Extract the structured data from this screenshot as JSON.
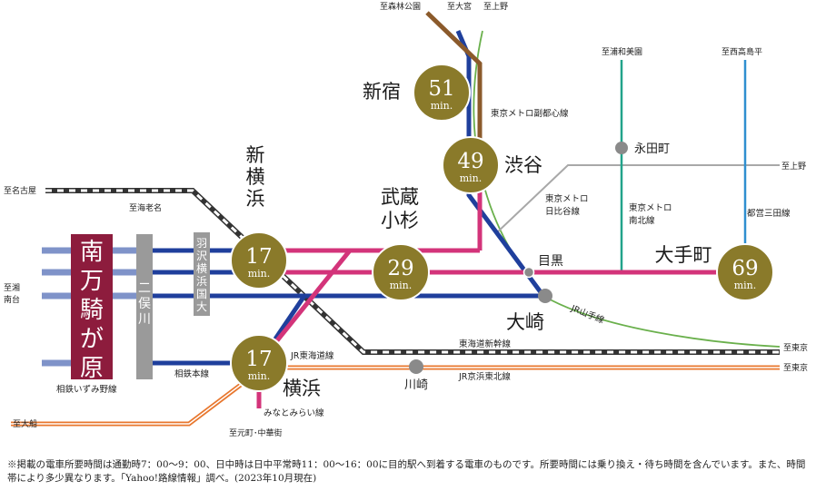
{
  "stations": {
    "minami_mangakihara": "南万騎が原",
    "futamatagawa": "二俣川",
    "hazawa_yokohama_kokudai": "羽沢横浜国大",
    "shin_yokohama": "新横浜",
    "musashi_kosugi": "武蔵小杉",
    "shinjuku": "新宿",
    "shibuya": "渋谷",
    "meguro": "目黒",
    "osaki": "大崎",
    "yokohama": "横浜",
    "kawasaki": "川崎",
    "nagatacho": "永田町",
    "otemachi": "大手町"
  },
  "times": [
    {
      "station": "新横浜",
      "minutes": "17",
      "unit": "min."
    },
    {
      "station": "武蔵小杉",
      "minutes": "29",
      "unit": "min."
    },
    {
      "station": "新宿",
      "minutes": "51",
      "unit": "min."
    },
    {
      "station": "渋谷",
      "minutes": "49",
      "unit": "min."
    },
    {
      "station": "横浜",
      "minutes": "17",
      "unit": "min."
    },
    {
      "station": "大手町",
      "minutes": "69",
      "unit": "min."
    }
  ],
  "lines": {
    "sotetsu_izumino": "相鉄いずみ野線",
    "sotetsu_main": "相鉄本線",
    "fukutoshin": "東京メトロ副都心線",
    "hibiya": "東京メトロ\n日比谷線",
    "namboku": "東京メトロ\n南北線",
    "mita": "都営三田線",
    "yamanote": "JR山手線",
    "tokaido_shinkansen": "東海道新幹線",
    "tokaido": "JR東海道線",
    "keihin_tohoku": "JR京浜東北線",
    "minatomirai": "みなとみらい線"
  },
  "directions": {
    "nagoya": "至名古屋",
    "ebina": "至海老名",
    "shonandai": "至湘\n南台",
    "ofuna": "至大船",
    "shinrinkoen": "至森林公園",
    "omiya": "至大宮",
    "ueno_top": "至上野",
    "urawa_misono": "至浦和美園",
    "nishitakashimadaira": "至西高島平",
    "ueno_right": "至上野",
    "tokyo": "至東京",
    "tokyo_2": "至東京",
    "motomachi": "至元町･中華街"
  },
  "note": "※掲載の電車所要時間は通勤時7：00～9：00、日中時は日中平常時11：00～16：00に目的駅へ到着する電車のものです。所要時間には乗り換え・待ち時間を含んでいます。また、時間帯により多少異なります。「Yahoo!路線情報」調べ。(2023年10月現在)",
  "colors": {
    "sotetsu": "#1f3f9c",
    "sotetsu_light": "#7f93c9",
    "magenta": "#d3347a",
    "fukutoshin": "#8b5a2b",
    "namboku": "#22a38b",
    "mita": "#2f8fd0",
    "yamanote": "#6ab04c",
    "keihin": "#e8772e",
    "hibiya": "#a8a8a8",
    "bubble": "#8a7a2a",
    "station_box": "#8d1c3d",
    "futamata_box": "#9a9a9a"
  }
}
